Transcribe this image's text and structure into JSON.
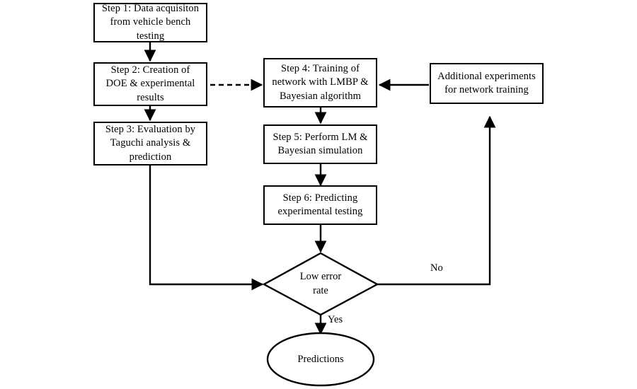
{
  "diagram": {
    "title": "Neural network prediction workflow flowchart",
    "stroke_color": "#000000",
    "background_color": "#ffffff",
    "nodes": {
      "step1": {
        "text": "Step 1: Data acquisiton\nfrom vehicle bench\ntesting",
        "shape": "rectangle"
      },
      "step2": {
        "text": "Step 2: Creation of\nDOE & experimental\nresults",
        "shape": "rectangle"
      },
      "step3": {
        "text": "Step 3: Evaluation by\nTaguchi analysis &\nprediction",
        "shape": "rectangle"
      },
      "step4": {
        "text": "Step 4: Training of\nnetwork with LMBP &\nBayesian algorithm",
        "shape": "rectangle"
      },
      "step5": {
        "text": "Step 5: Perform LM  &\nBayesian simulation",
        "shape": "rectangle"
      },
      "step6": {
        "text": "Step 6: Predicting\nexperimental testing",
        "shape": "rectangle"
      },
      "additional": {
        "text": "Additional experiments\nfor network training",
        "shape": "rectangle"
      },
      "decision": {
        "text": "Low error\nrate",
        "shape": "diamond"
      },
      "predictions": {
        "text": "Predictions",
        "shape": "ellipse"
      }
    },
    "edge_labels": {
      "no": "No",
      "yes": "Yes"
    }
  }
}
